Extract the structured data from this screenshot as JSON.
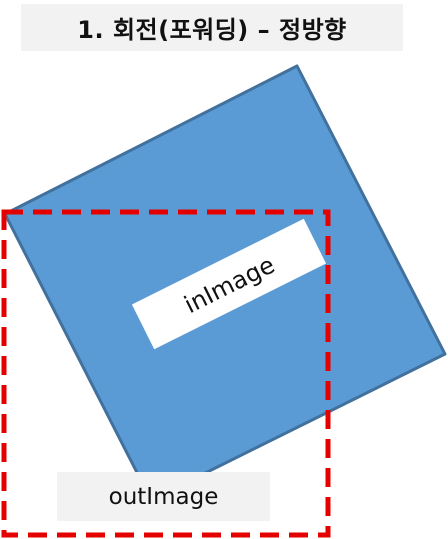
{
  "title": "1. 회전(포워딩) – 정방향",
  "input_image": {
    "label": "inImage",
    "fill_color": "#5b9bd5",
    "stroke_color": "#41719c"
  },
  "output_image": {
    "label": "outImage",
    "border_color": "#e50000",
    "border_style": "dashed"
  }
}
